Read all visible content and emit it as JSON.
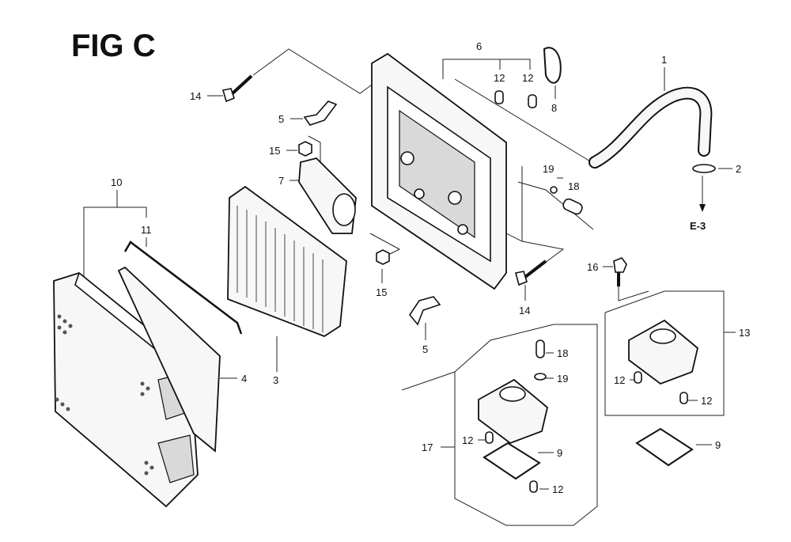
{
  "figure": {
    "title": "FIG C"
  },
  "labels": {
    "l1": "1",
    "l2": "2",
    "l3": "3",
    "l4": "4",
    "l5a": "5",
    "l5b": "5",
    "l6": "6",
    "l7": "7",
    "l8": "8",
    "l9a": "9",
    "l9b": "9",
    "l10": "10",
    "l11": "11",
    "l12a": "12",
    "l12b": "12",
    "l12c": "12",
    "l12d": "12",
    "l12e": "12",
    "l12f": "12",
    "l13": "13",
    "l14a": "14",
    "l14b": "14",
    "l15a": "15",
    "l15b": "15",
    "l16": "16",
    "l17": "17",
    "l18a": "18",
    "l18b": "18",
    "l19a": "19",
    "l19b": "19"
  },
  "reference": {
    "label": "E-3"
  }
}
